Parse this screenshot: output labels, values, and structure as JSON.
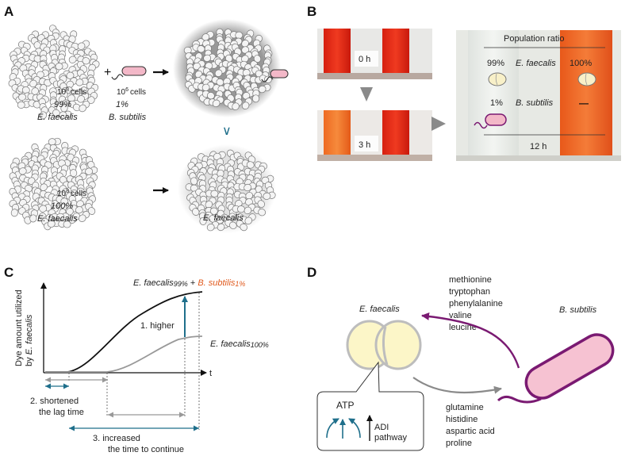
{
  "panel_labels": [
    "A",
    "B",
    "C",
    "D"
  ],
  "panel_a": {
    "top_left": {
      "count": "10",
      "exp": "8",
      "unit": "cells",
      "percent": "99%",
      "species": "E. faecalis"
    },
    "plus": "+",
    "top_mid": {
      "count": "10",
      "exp": "6",
      "unit": "cells",
      "percent": "1%",
      "species": "B. subtilis"
    },
    "bottom_left": {
      "count": "10",
      "exp": "8",
      "unit": "cells",
      "percent": "100%",
      "species": "E. faecalis"
    },
    "bottom_right": {
      "species": "E. faecalis"
    },
    "compare_symbol": "∨"
  },
  "panel_b": {
    "time_top": "0 h",
    "time_bottom": "3 h",
    "time_large": "12 h",
    "header": "Population ratio",
    "row1": {
      "left_pct": "99%",
      "species": "E. faecalis",
      "right_pct": "100%"
    },
    "row2": {
      "left_pct": "1%",
      "species": "B. subtilis",
      "right_pct": "—"
    }
  },
  "panel_c": {
    "ylabel_line1": "Dye amount utilized",
    "ylabel_line2_prefix": "by ",
    "ylabel_line2_species": "E. faecalis",
    "xlabel": "t",
    "curve_top_prefix": "E. faecalis",
    "curve_top_sub": "99%",
    "curve_top_plus": " + ",
    "curve_top_second": "B. subtilis",
    "curve_top_second_sub": "1%",
    "curve_bottom": "E. faecalis",
    "curve_bottom_sub": "100%",
    "note_higher": "1. higher",
    "note_lag_line1": "2. shortened",
    "note_lag_line2": "the lag time",
    "note_time_line1": "3. increased",
    "note_time_line2": "the time to continue",
    "accent": "#1f6f8b",
    "orange": "#e05a1e"
  },
  "panel_d": {
    "ef_label": "E. faecalis",
    "bs_label": "B. subtilis",
    "amino_top": [
      "methionine",
      "tryptophan",
      "phenylalanine",
      "valine",
      "leucine"
    ],
    "amino_bottom": [
      "glutamine",
      "histidine",
      "aspartic acid",
      "proline"
    ],
    "atp": "ATP",
    "adi_line1": "ADI",
    "adi_line2": "pathway",
    "purple": "#7a1a72",
    "gray_arrow": "#8a8a8a"
  }
}
